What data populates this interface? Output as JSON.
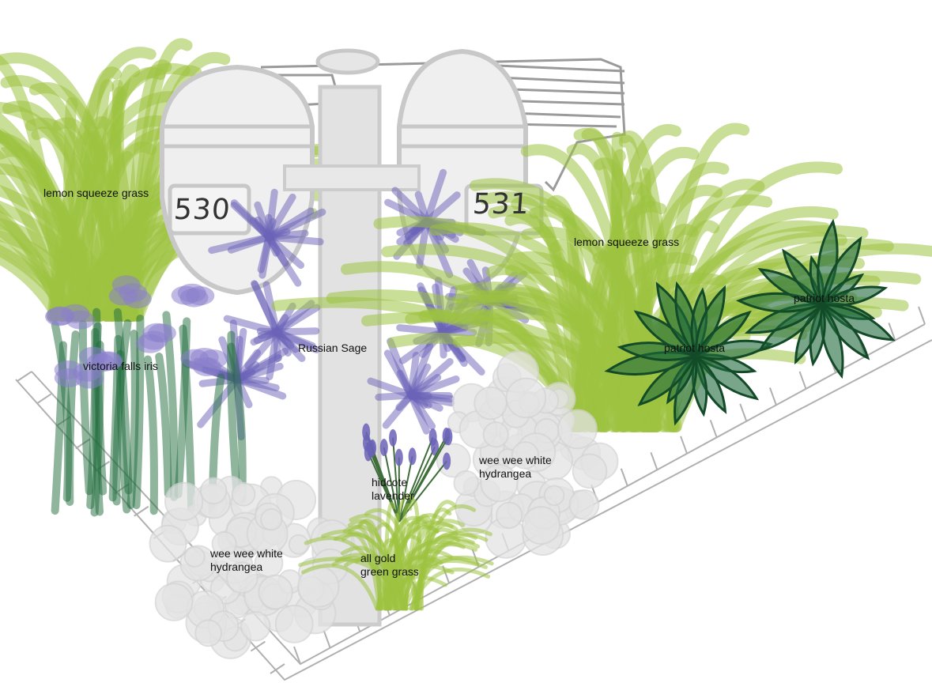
{
  "plan": {
    "mailboxes": [
      {
        "number": "530"
      },
      {
        "number": "531"
      }
    ],
    "plants": [
      {
        "id": "grass-left",
        "label": "lemon squeeze grass"
      },
      {
        "id": "grass-right",
        "label": "lemon squeeze grass"
      },
      {
        "id": "hosta-1",
        "label": "patriot hosta"
      },
      {
        "id": "hosta-2",
        "label": "patriot hosta"
      },
      {
        "id": "iris",
        "label": "victoria falls iris"
      },
      {
        "id": "sage",
        "label": "Russian Sage"
      },
      {
        "id": "lavender",
        "label": "hidcote\nlavender"
      },
      {
        "id": "hydrangea-right",
        "label": "wee wee white\nhydrangea"
      },
      {
        "id": "hydrangea-left",
        "label": "wee wee white\nhydrangea"
      },
      {
        "id": "gold-grass",
        "label": "all gold\ngreen grass"
      }
    ]
  },
  "colors": {
    "lime_grass": "#9cc33f",
    "dark_hosta": "#1f6b3c",
    "sage_purple": "#6b63b8",
    "iris_purple": "#8a80cc",
    "hydrangea_white": "#e4e4e4",
    "outline_gray": "#c8c8c8",
    "post_gray": "#dedede"
  }
}
